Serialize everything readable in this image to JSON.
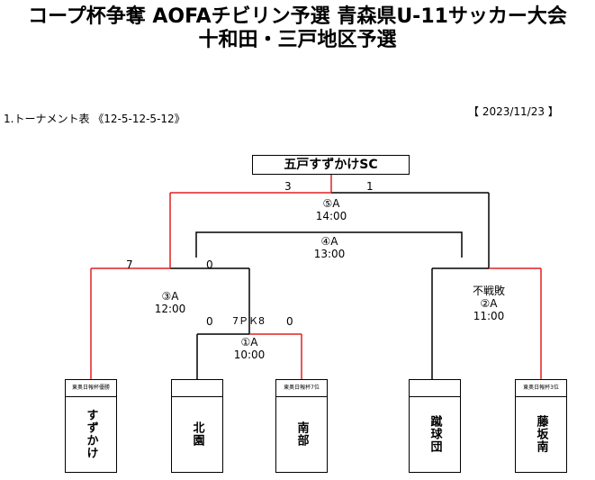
{
  "title_line1": "コープ杯争奪 AOFAチビリン予選 青森県U-11サッカー大会",
  "title_line2": "十和田・三戸地区予選",
  "section": "1.トーナメント表 《12-5-12-5-12》",
  "date": "【 2023/11/23 】",
  "champion": "五戸すずかけSC",
  "matches": {
    "m5": {
      "label": "⑤A",
      "time": "14:00",
      "score_left": "3",
      "score_right": "1"
    },
    "m4": {
      "label": "④A",
      "time": "13:00"
    },
    "m3": {
      "label": "③A",
      "time": "12:00",
      "score_left": "7",
      "score_right": "0"
    },
    "m2": {
      "label": "②A",
      "time": "11:00",
      "note": "不戦敗"
    },
    "m1": {
      "label": "①A",
      "time": "10:00",
      "score_left": "0",
      "pk": "7ＰＫ8",
      "score_right": "0"
    }
  },
  "teams": [
    {
      "tag": "東奥日報杯優勝",
      "name": "すずかけ"
    },
    {
      "tag": "",
      "name": "北園"
    },
    {
      "tag": "東奥日報杯7位",
      "name": "南部"
    },
    {
      "tag": "",
      "name": "蹴球団"
    },
    {
      "tag": "東奥日報杯3位",
      "name": "藤坂南"
    }
  ],
  "colors": {
    "winner_line": "#e02020",
    "line": "#000000"
  }
}
